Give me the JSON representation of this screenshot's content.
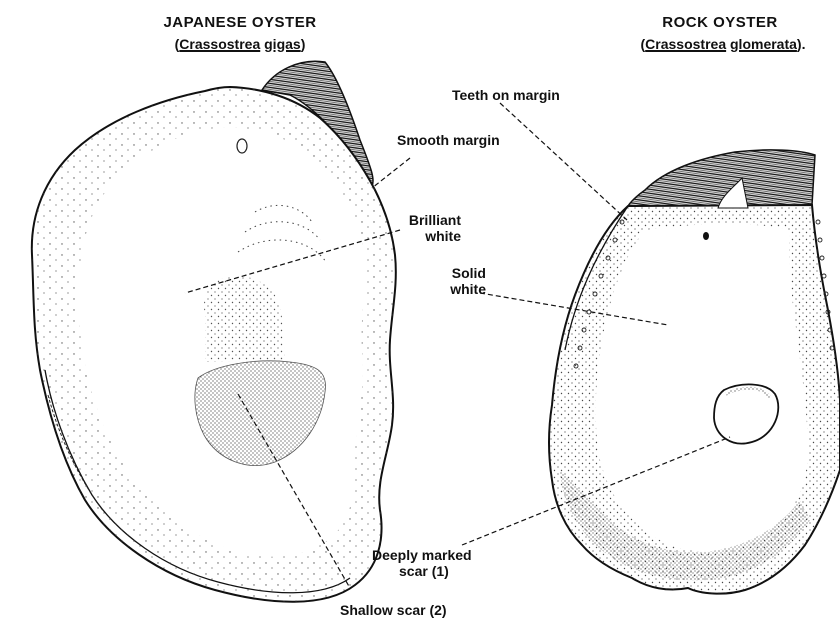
{
  "japanese": {
    "title": "JAPANESE OYSTER",
    "open_paren": "(",
    "genus": "Crassostrea",
    "species": "gigas",
    "close_paren": ")"
  },
  "rock": {
    "title": "ROCK OYSTER",
    "open_paren": "(",
    "genus": "Crassostrea",
    "species": "glomerata",
    "close_paren": ")."
  },
  "labels": {
    "smooth_margin": "Smooth margin",
    "brilliant_white_1": "Brilliant",
    "brilliant_white_2": "white",
    "teeth_on_margin": "Teeth on margin",
    "solid_white_1": "Solid",
    "solid_white_2": "white",
    "deeply_marked_1": "Deeply marked",
    "deeply_marked_2": "scar (1)",
    "shallow_scar": "Shallow scar (2)"
  },
  "colors": {
    "ink": "#111111",
    "stipple": "#333333",
    "paper": "#ffffff"
  }
}
